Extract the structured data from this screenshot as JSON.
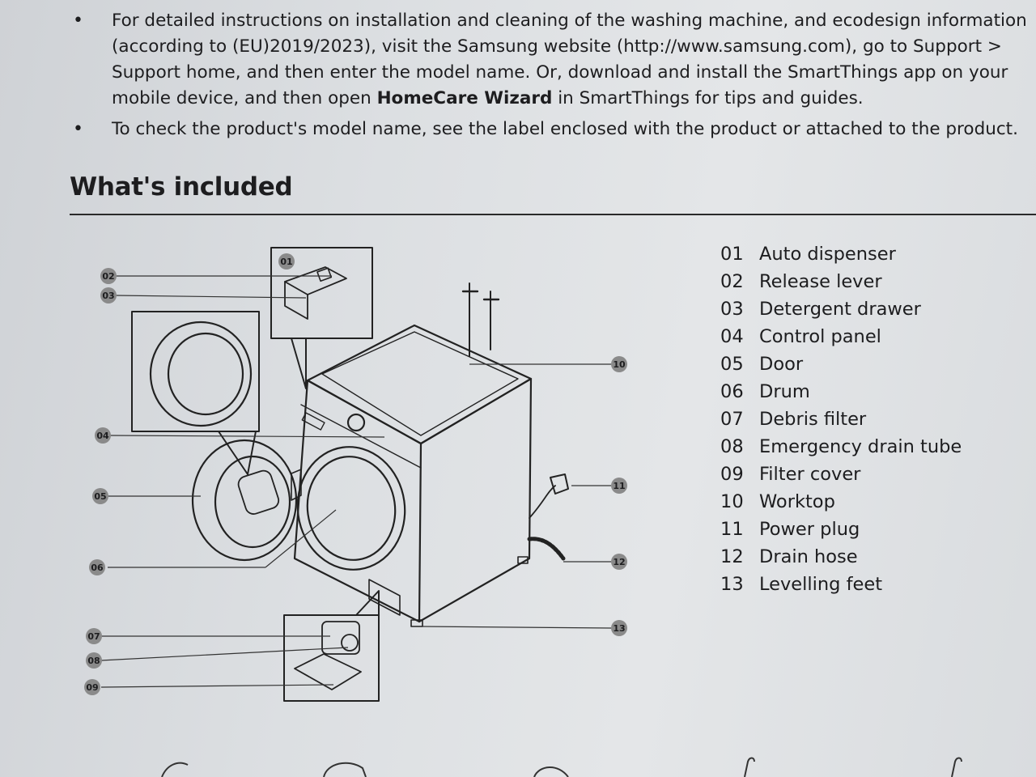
{
  "intro": {
    "bullet1": {
      "pre": "For detailed instructions on installation and cleaning of the washing machine, and ecodesign information (according to (EU)2019/2023), visit the Samsung website (http://www.samsung.com), go to Support > Support home, and then enter the model name. Or, download and install the SmartThings app on your mobile device, and then open ",
      "bold": "HomeCare Wizard",
      "post": " in SmartThings for tips and guides."
    },
    "bullet2": "To check the product's model name, see the label enclosed with the product or attached to the product."
  },
  "section": {
    "title": "What's included"
  },
  "parts": [
    {
      "num": "01",
      "name": "Auto dispenser"
    },
    {
      "num": "02",
      "name": "Release lever"
    },
    {
      "num": "03",
      "name": "Detergent drawer"
    },
    {
      "num": "04",
      "name": "Control panel"
    },
    {
      "num": "05",
      "name": "Door"
    },
    {
      "num": "06",
      "name": "Drum"
    },
    {
      "num": "07",
      "name": "Debris filter"
    },
    {
      "num": "08",
      "name": "Emergency drain tube"
    },
    {
      "num": "09",
      "name": "Filter cover"
    },
    {
      "num": "10",
      "name": "Worktop"
    },
    {
      "num": "11",
      "name": "Power plug"
    },
    {
      "num": "12",
      "name": "Drain hose"
    },
    {
      "num": "13",
      "name": "Levelling feet"
    }
  ],
  "callouts": {
    "c01": "01",
    "c02": "02",
    "c03": "03",
    "c04": "04",
    "c05": "05",
    "c06": "06",
    "c07": "07",
    "c08": "08",
    "c09": "09",
    "c10": "10",
    "c11": "11",
    "c12": "12",
    "c13": "13"
  },
  "colors": {
    "paper": "#dcdfe2",
    "ink": "#1d1d1f",
    "callout": "#8a8a8a"
  }
}
